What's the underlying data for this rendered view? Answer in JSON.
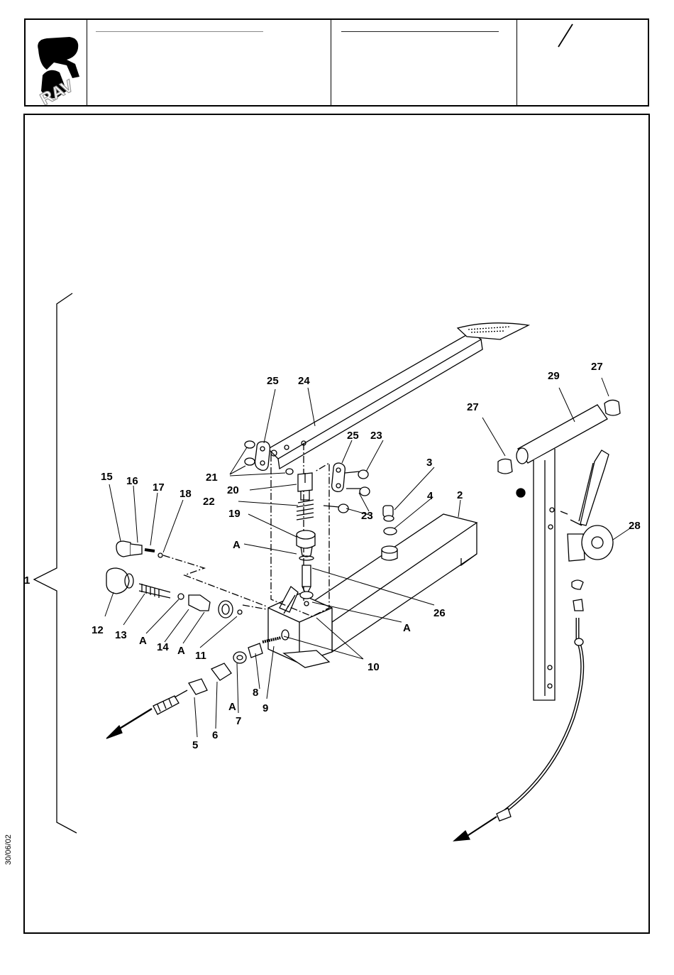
{
  "logo": {
    "text": "RAV"
  },
  "header": {
    "page_mark": "/"
  },
  "footer": {
    "date": "30/06/02"
  },
  "labels": {
    "l1": "1",
    "l2": "2",
    "l3": "3",
    "l4": "4",
    "l5": "5",
    "l6": "6",
    "l7": "7",
    "l8": "8",
    "l9": "9",
    "l10": "10",
    "l11": "11",
    "l12": "12",
    "l13": "13",
    "l14": "14",
    "l15": "15",
    "l16": "16",
    "l17": "17",
    "l18": "18",
    "l19": "19",
    "l20": "20",
    "l21": "21",
    "l22": "22",
    "l23a": "23",
    "l23b": "23",
    "l24": "24",
    "l25a": "25",
    "l25b": "25",
    "l26": "26",
    "l27a": "27",
    "l27b": "27",
    "l28": "28",
    "l29": "29",
    "la1": "A",
    "la2": "A",
    "la3": "A",
    "la4": "A",
    "la5": "A"
  }
}
